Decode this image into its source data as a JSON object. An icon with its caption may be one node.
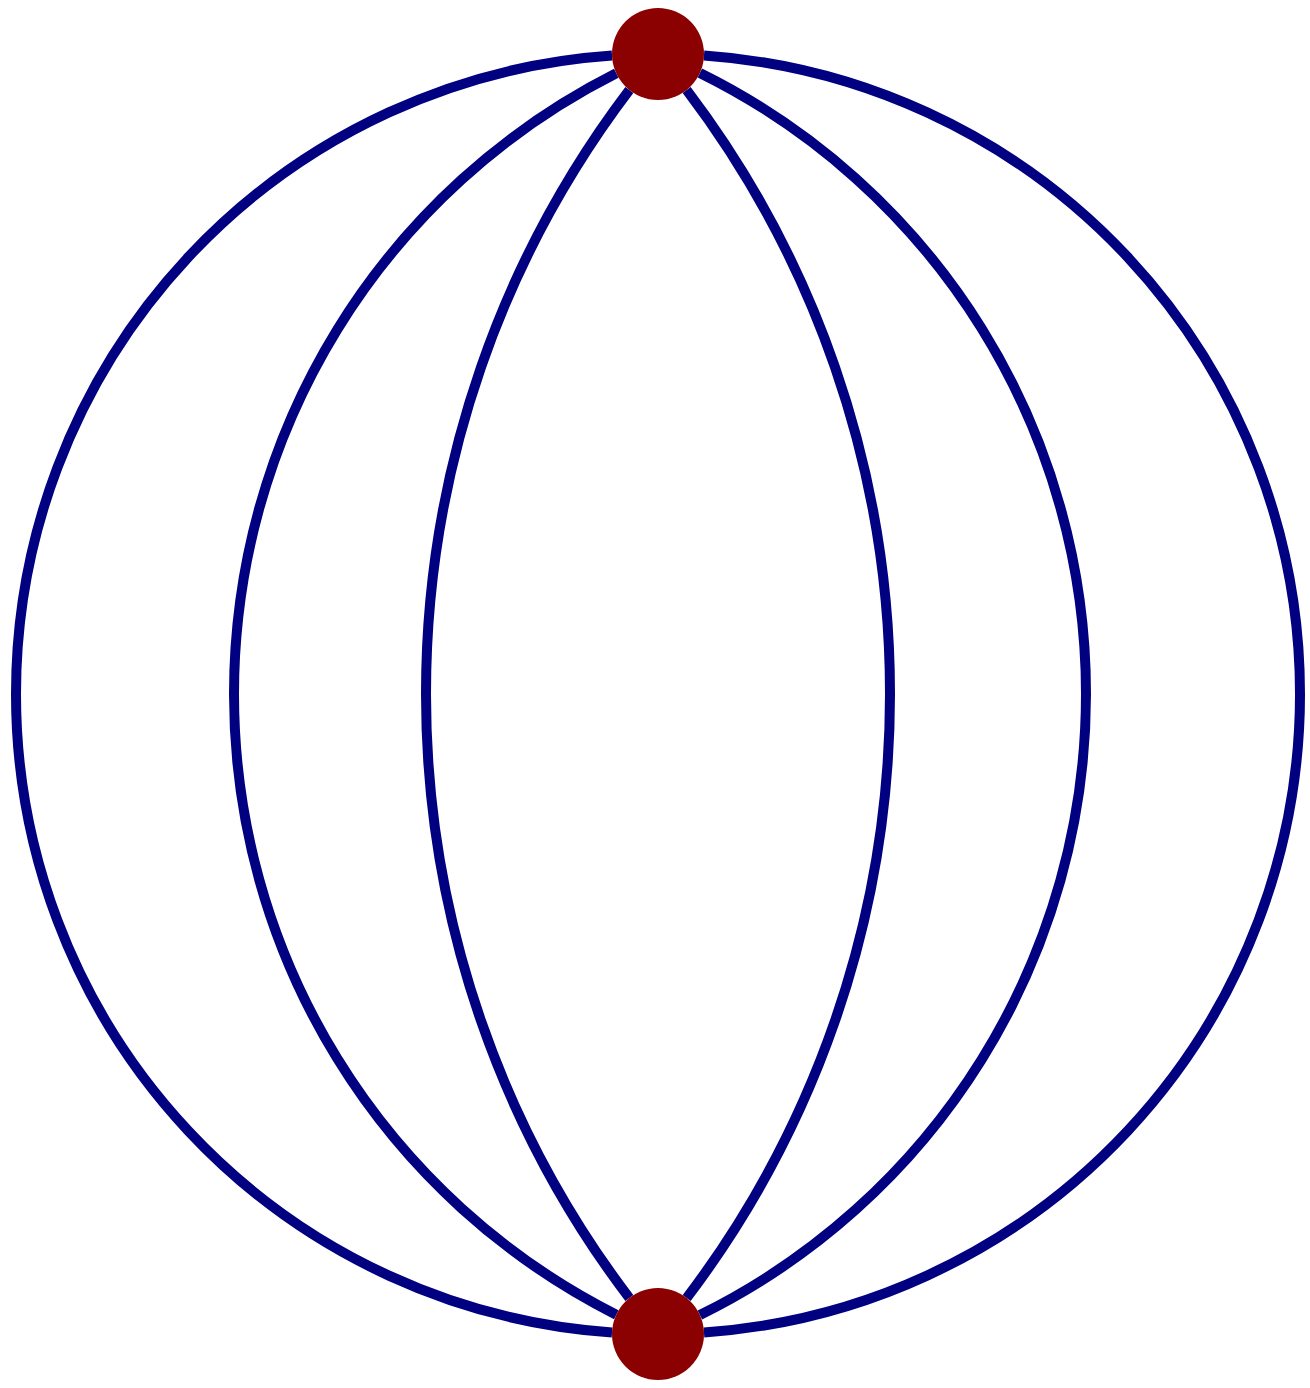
{
  "diagram": {
    "nodes": [
      {
        "text": [],
        "shape": "circle"
      },
      {
        "text": [],
        "shape": "circle"
      }
    ],
    "edges": [
      {
        "from": 0,
        "to": 1,
        "arrow": "none"
      },
      {
        "from": 0,
        "to": 1,
        "arrow": "none"
      },
      {
        "from": 0,
        "to": 1,
        "arrow": "none"
      },
      {
        "from": 0,
        "to": 1,
        "arrow": "none"
      },
      {
        "from": 0,
        "to": 1,
        "arrow": "none"
      },
      {
        "from": 0,
        "to": 1,
        "arrow": "none"
      }
    ]
  }
}
